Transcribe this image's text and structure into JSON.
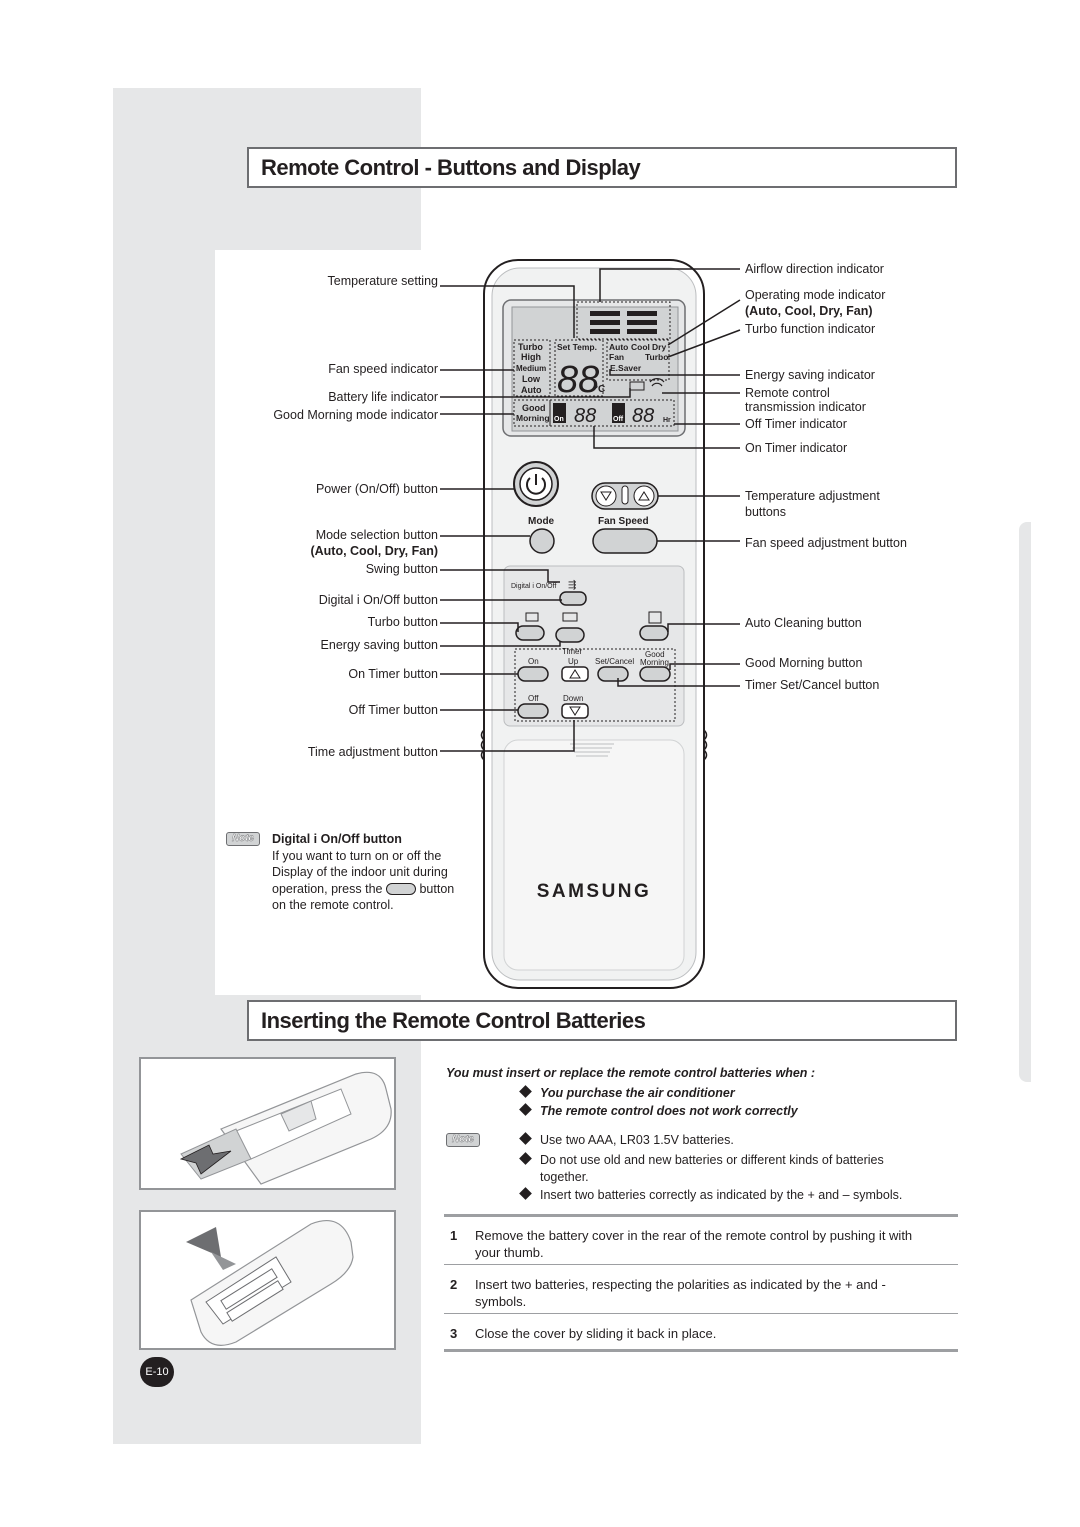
{
  "section1": {
    "title": "Remote Control - Buttons and Display"
  },
  "section2": {
    "title": "Inserting the Remote Control Batteries"
  },
  "left_labels": {
    "temperature_setting": "Temperature setting",
    "fan_speed_indicator": "Fan speed indicator",
    "battery_life_indicator": "Battery life indicator",
    "good_morning_mode_indicator": "Good Morning mode indicator",
    "power_button": "Power (On/Off) button",
    "mode_selection_button": "Mode selection button",
    "mode_selection_modes": "(Auto, Cool, Dry, Fan)",
    "swing_button": "Swing button",
    "digital_onoff_button": "Digital i On/Off button",
    "turbo_button": "Turbo button",
    "energy_saving_button": "Energy saving button",
    "on_timer_button": "On Timer button",
    "off_timer_button": "Off Timer button",
    "time_adjustment_button": "Time adjustment button"
  },
  "right_labels": {
    "airflow_direction_indicator": "Airflow direction indicator",
    "operating_mode_indicator": "Operating mode indicator",
    "operating_mode_modes": "(Auto, Cool, Dry, Fan)",
    "turbo_function_indicator": "Turbo function indicator",
    "energy_saving_indicator": "Energy saving indicator",
    "remote_control_line1": "Remote control",
    "remote_control_line2": "transmission indicator",
    "off_timer_indicator": "Off Timer indicator",
    "on_timer_indicator": "On Timer indicator",
    "temperature_adjustment_line1": "Temperature adjustment",
    "temperature_adjustment_line2": "buttons",
    "fan_speed_adjustment_button": "Fan speed adjustment button",
    "auto_cleaning_button": "Auto Cleaning button",
    "good_morning_button": "Good Morning button",
    "timer_set_cancel_button": "Timer Set/Cancel button"
  },
  "remote": {
    "brand": "SAMSUNG",
    "lcd": {
      "turbo": "Turbo",
      "high": "High",
      "medium": "Medium",
      "low": "Low",
      "auto": "Auto",
      "set_temp": "Set Temp.",
      "temp_digits": "88",
      "temp_unit": "°C",
      "mode_auto": "Auto",
      "mode_cool": "Cool",
      "mode_dry": "Dry",
      "mode_fan": "Fan",
      "mode_turbo": "Turbo",
      "esaver": "E.Saver",
      "good": "Good",
      "morning": "Morning",
      "timer_on": "On",
      "timer_off": "Off",
      "timer_digits_1": "88",
      "timer_digits_2": "88",
      "hr": "Hr"
    },
    "buttons": {
      "mode": "Mode",
      "fan_speed": "Fan Speed",
      "digital_onoff": "Digital i On/Off",
      "timer": "Timer",
      "good_morning_1": "Good",
      "good_morning_2": "Morning",
      "on": "On",
      "up": "Up",
      "set_cancel": "Set/Cancel",
      "off": "Off",
      "down": "Down"
    }
  },
  "note1": {
    "badge": "Note",
    "title": "Digital i On/Off button",
    "line1": "If you want to turn on or off the",
    "line2": "Display of the indoor unit during",
    "line3a": "operation, press the",
    "line3b": "button",
    "line4": "on the remote control."
  },
  "batteries": {
    "intro": "You must insert or replace the remote control batteries when :",
    "when_1": "You purchase the air conditioner",
    "when_2": "The remote control does not work correctly",
    "note_badge": "Note",
    "note_1": "Use two AAA, LR03 1.5V batteries.",
    "note_2a": "Do not use old and new batteries or different kinds of batteries",
    "note_2b": "together.",
    "note_3": "Insert two batteries correctly as indicated by the + and – symbols.",
    "steps": [
      {
        "num": "1",
        "text": "Remove the battery cover in the rear of the remote control by pushing it with your thumb."
      },
      {
        "num": "2",
        "text": "Insert two batteries, respecting the polarities as indicated by the + and - symbols."
      },
      {
        "num": "3",
        "text": "Close the cover by sliding it back in place."
      }
    ]
  },
  "page_number": "E-10"
}
